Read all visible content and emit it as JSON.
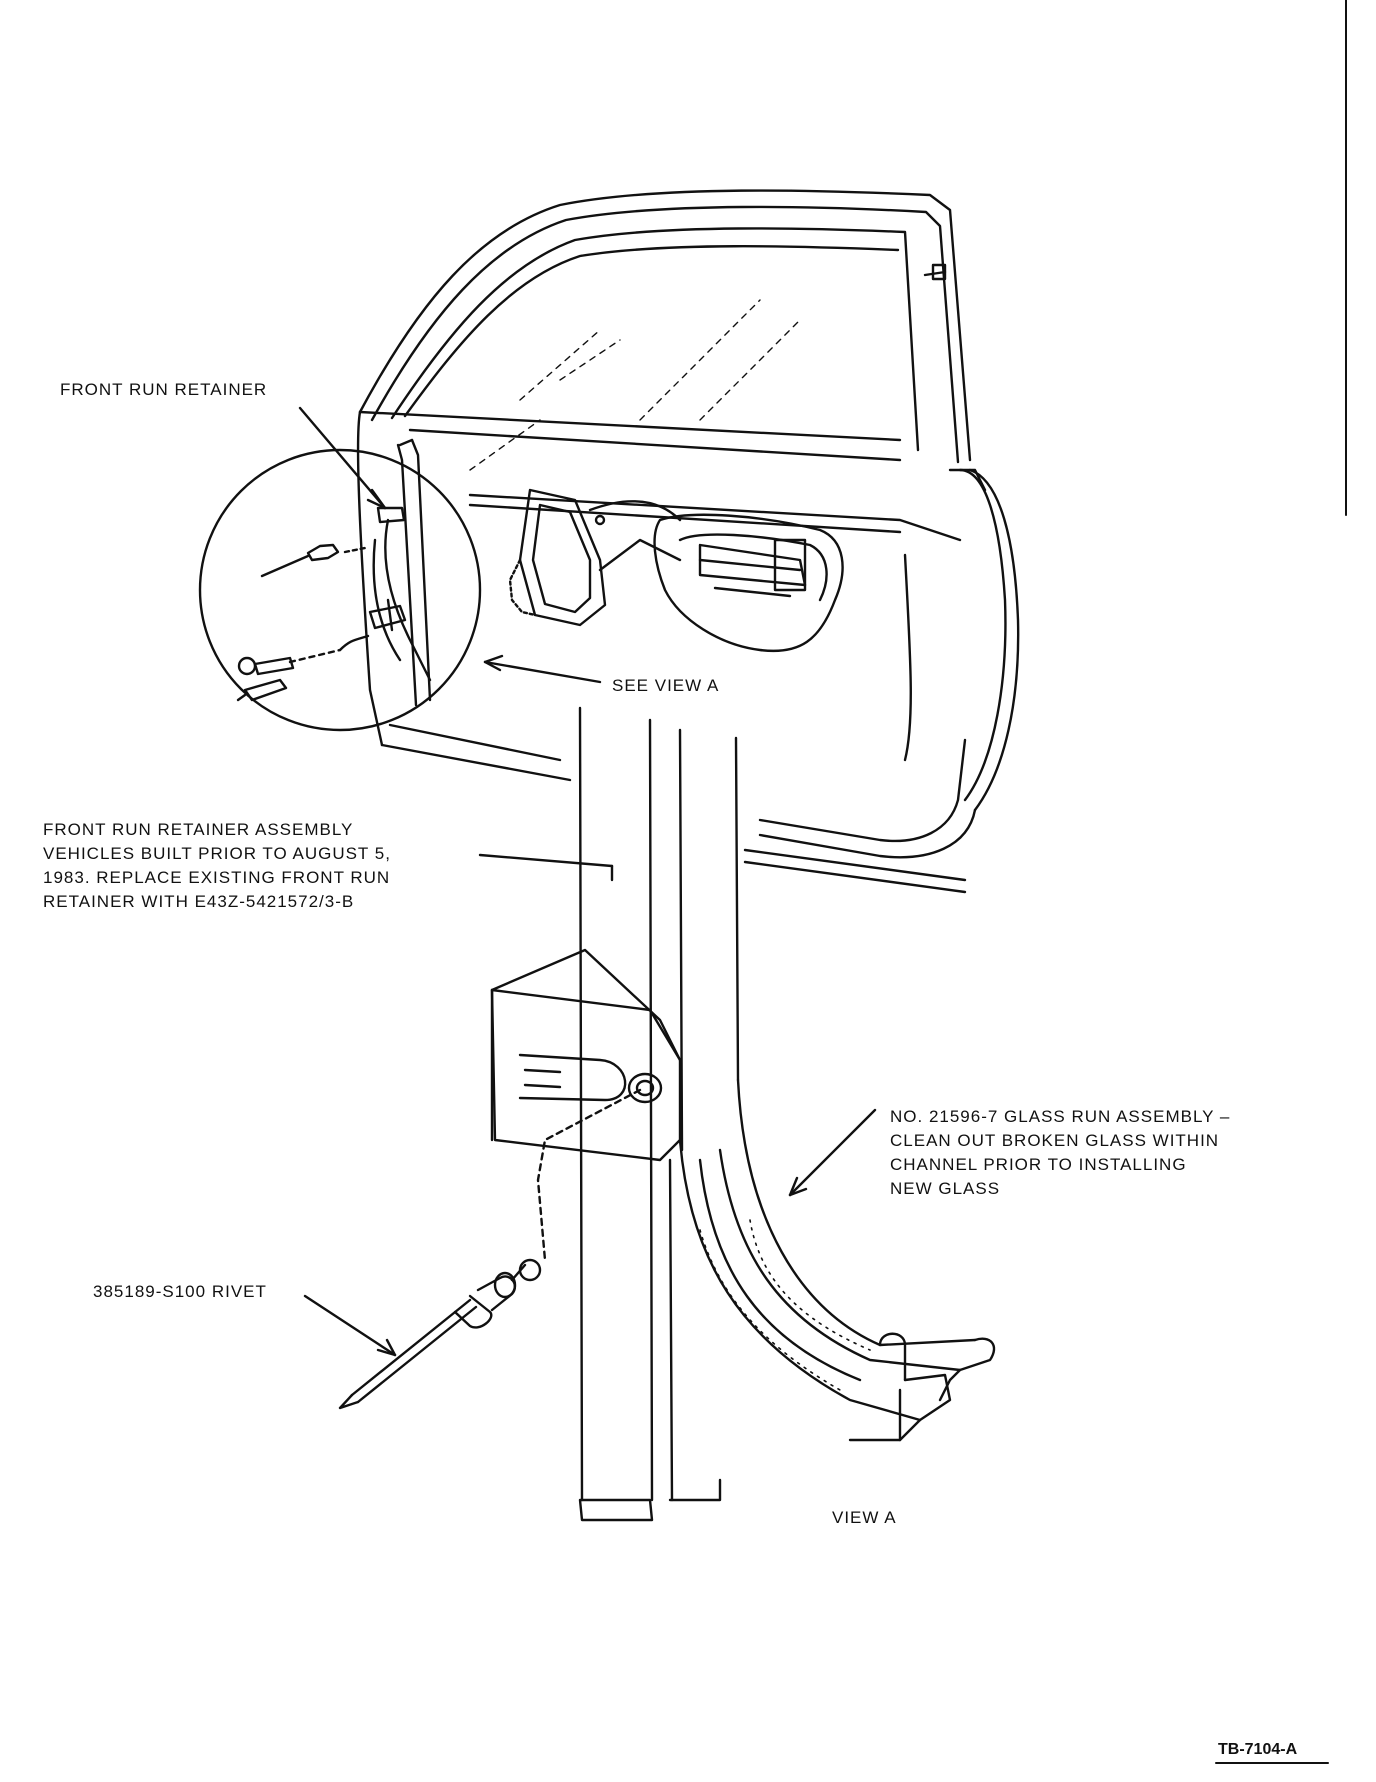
{
  "labels": {
    "front_run_retainer": "FRONT RUN RETAINER",
    "see_view_a": "SEE VIEW A",
    "front_run_retainer_assembly": "FRONT RUN RETAINER ASSEMBLY\nVEHICLES BUILT PRIOR TO AUGUST 5,\n1983. REPLACE EXISTING FRONT RUN\nRETAINER WITH E43Z-5421572/3-B",
    "glass_run_assembly": "NO. 21596-7 GLASS RUN ASSEMBLY –\nCLEAN OUT BROKEN GLASS WITHIN\nCHANNEL PRIOR TO INSTALLING\nNEW GLASS",
    "rivet": "385189-S100 RIVET",
    "view_a": "VIEW A",
    "figure_ref": "TB-7104-A"
  },
  "colors": {
    "ink": "#111111",
    "paper": "#ffffff"
  }
}
